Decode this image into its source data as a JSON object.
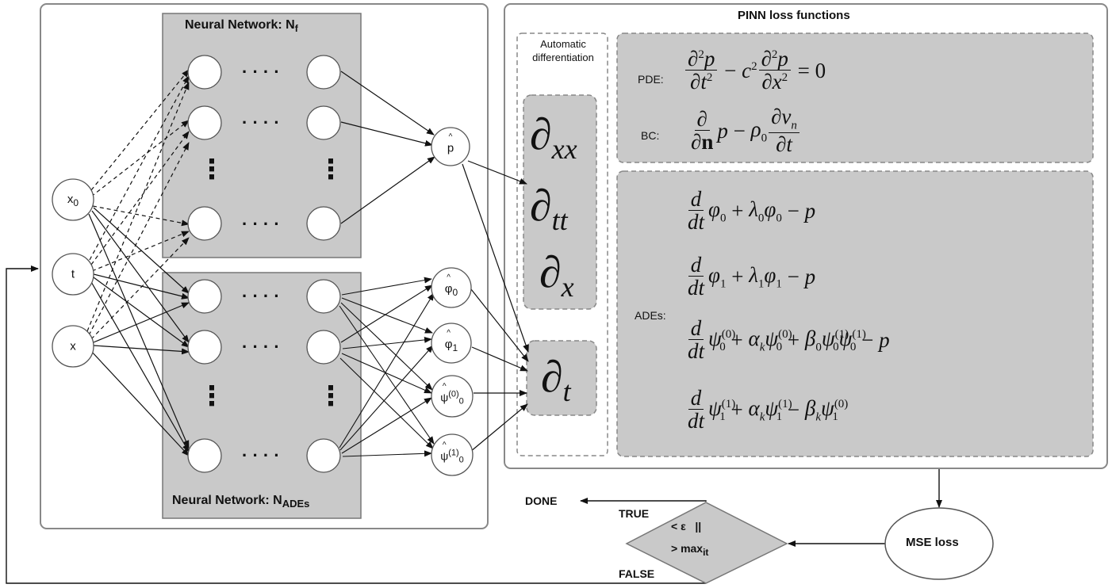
{
  "diagram": {
    "nf_title": "Neural Network: N",
    "nf_sub": "f",
    "nades_title": "Neural Network: N",
    "nades_sub": "ADEs",
    "hidden_dots": "· · · ·",
    "vdots": "⋮",
    "inputs": [
      "x",
      "0",
      "t",
      "x"
    ],
    "outputs": {
      "p": "p",
      "phi0": "φ",
      "phi0_sub": "0",
      "phi1": "φ",
      "phi1_sub": "1",
      "psi0": "ψ",
      "psi0_sup": "(0)",
      "psi0_sub": "0",
      "psi1": "ψ",
      "psi1_sup": "(1)",
      "psi1_sub": "0"
    },
    "autodiff_title": "Automatic differentiation",
    "autodiff_ops": [
      "∂",
      "xx",
      "∂",
      "tt",
      "∂",
      "x",
      "∂",
      "t"
    ],
    "pinn_title": "PINN loss functions",
    "pde_label": "PDE:",
    "bc_label": "BC:",
    "ades_label": "ADEs:",
    "mse_label": "MSE loss",
    "decision": [
      "< ε",
      "||",
      "> max",
      "it"
    ],
    "true_label": "TRUE",
    "false_label": "FALSE",
    "done_label": "DONE"
  }
}
